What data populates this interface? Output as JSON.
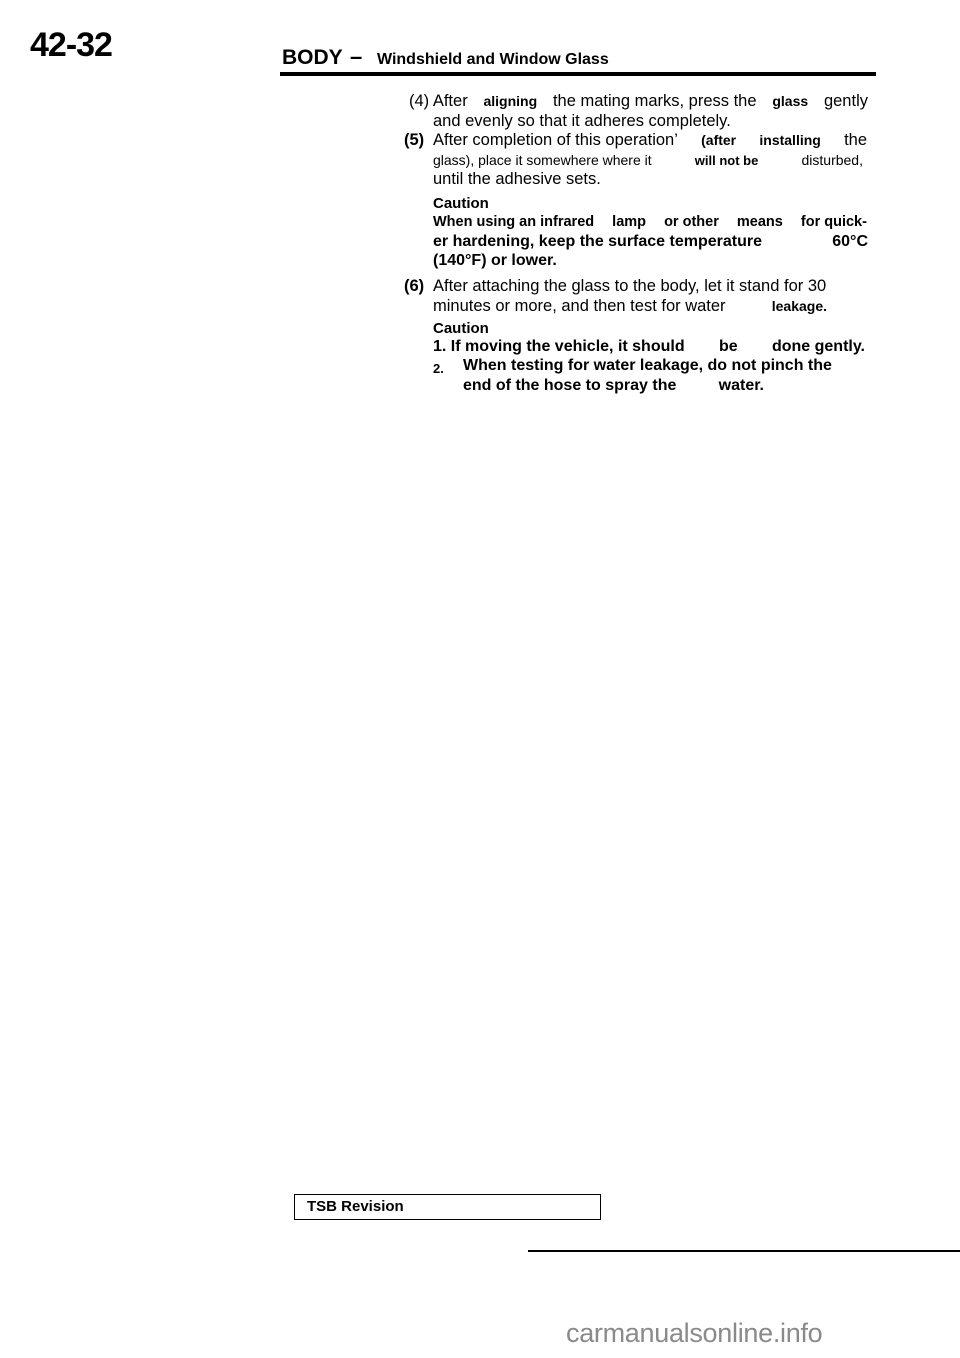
{
  "header": {
    "page_number": "42-32",
    "section": "BODY",
    "dash": "–",
    "subtitle": "Windshield and Window Glass"
  },
  "steps": {
    "s4": {
      "line1": [
        "(4) After",
        "aligning",
        "the mating marks, press the",
        "glass",
        "gently"
      ],
      "line2": "and evenly so that it adheres completely."
    },
    "s5": {
      "num": "(5)",
      "line1": [
        "After completion of this operation’",
        "(after",
        "installing",
        "the"
      ],
      "line2": [
        "glass), place it somewhere where it",
        "will not be",
        "disturbed,"
      ],
      "line3": "until the adhesive sets."
    },
    "caution1": {
      "heading": "Caution",
      "line1": [
        "When using an infrared",
        "lamp",
        "or other",
        "means",
        "for quick-"
      ],
      "line2": [
        "er hardening, keep the surface temperature",
        "60°C"
      ],
      "line3": "(140°F) or lower."
    },
    "s6": {
      "num": "(6)",
      "line1": "After attaching the glass to the body, let it stand for 30",
      "line2": [
        "minutes or more, and then test for water",
        "leakage."
      ]
    },
    "caution2": {
      "heading": "Caution",
      "item1": [
        "1. If moving the vehicle, it should",
        "be",
        "done gently."
      ],
      "item2_num": "2.",
      "item2_line1": "When testing for water leakage, do not pinch the",
      "item2_line2": [
        "end of the hose to spray the",
        "water."
      ]
    }
  },
  "footer": {
    "tsb_label": "TSB Revision",
    "watermark": "carmanualsonline.info"
  }
}
